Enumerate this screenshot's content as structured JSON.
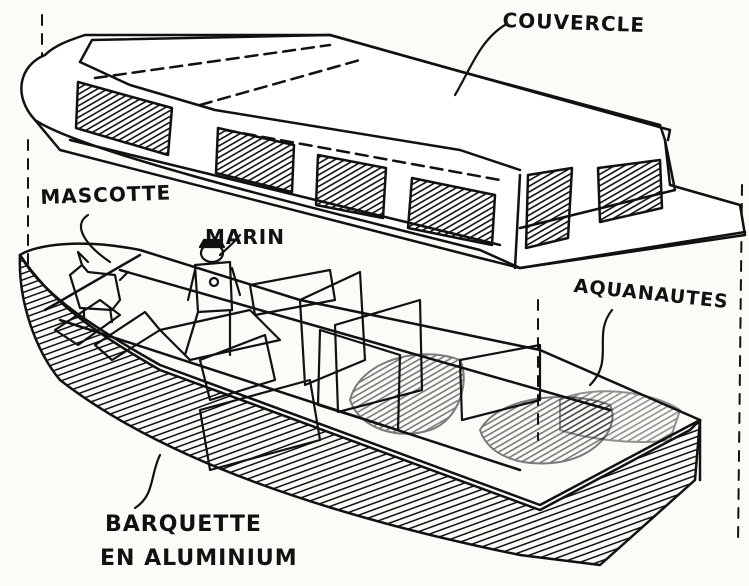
{
  "labels": {
    "couvercle": "COUVERCLE",
    "mascotte": "MASCOTTE",
    "marin": "MARIN",
    "aquanautes": "AQUANAUTES",
    "barquette_line1": "BARQUETTE",
    "barquette_line2": "EN ALUMINIUM"
  },
  "colors": {
    "ink": "#111111",
    "paper": "#fbfbf8"
  }
}
